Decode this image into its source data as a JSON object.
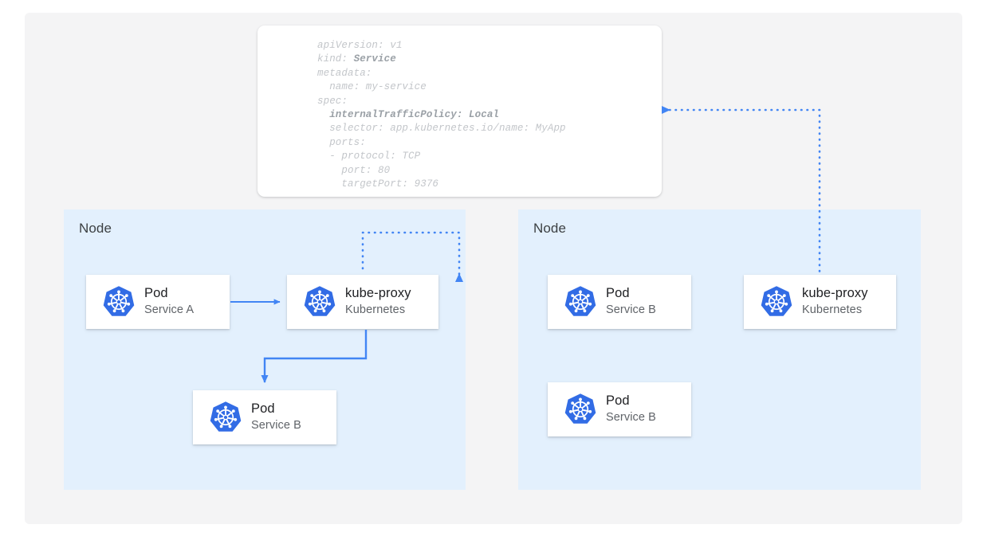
{
  "diagram": {
    "title_present": false,
    "colors": {
      "page_background": "#ffffff",
      "canvas_background": "#f4f4f5",
      "node_background": "#e3f0fd",
      "card_background": "#ffffff",
      "kubernetes_blue": "#326ce5",
      "connector_blue": "#4285f4",
      "text_primary": "#202124",
      "text_secondary": "#5f6368",
      "node_label": "#3c4043",
      "code_text": "#c3c6ca",
      "code_text_bold": "#9aa0a6"
    }
  },
  "yaml_spec": {
    "name": "service-manifest",
    "lines": [
      {
        "text": "apiVersion: v1",
        "bold_from": null
      },
      {
        "text": "kind: ",
        "bold": "Service"
      },
      {
        "text": "metadata:",
        "bold_from": null
      },
      {
        "text": "  name: my-service",
        "bold_from": null
      },
      {
        "text": "spec:",
        "bold_from": null
      },
      {
        "text": "  ",
        "bold": "internalTrafficPolicy: Local"
      },
      {
        "text": "  selector: app.kubernetes.io/name: MyApp",
        "bold_from": null
      },
      {
        "text": "  ports:",
        "bold_from": null
      },
      {
        "text": "  - protocol: TCP",
        "bold_from": null
      },
      {
        "text": "    port: 80",
        "bold_from": null
      },
      {
        "text": "    targetPort: 9376",
        "bold_from": null
      }
    ]
  },
  "nodes": [
    {
      "id": "node-left",
      "label": "Node",
      "cards": [
        {
          "id": "card-pod-a",
          "title": "Pod",
          "subtitle": "Service A",
          "icon": "kubernetes-logo-icon"
        },
        {
          "id": "card-kube-left",
          "title": "kube-proxy",
          "subtitle": "Kubernetes",
          "icon": "kubernetes-logo-icon"
        },
        {
          "id": "card-pod-b-left",
          "title": "Pod",
          "subtitle": "Service B",
          "icon": "kubernetes-logo-icon"
        }
      ]
    },
    {
      "id": "node-right",
      "label": "Node",
      "cards": [
        {
          "id": "card-pod-b1",
          "title": "Pod",
          "subtitle": "Service B",
          "icon": "kubernetes-logo-icon"
        },
        {
          "id": "card-kube-right",
          "title": "kube-proxy",
          "subtitle": "Kubernetes",
          "icon": "kubernetes-logo-icon"
        },
        {
          "id": "card-pod-b2",
          "title": "Pod",
          "subtitle": "Service B",
          "icon": "kubernetes-logo-icon"
        }
      ]
    }
  ],
  "connectors": [
    {
      "id": "arrow-pod-a-to-kube-proxy",
      "style": "solid",
      "from": "card-pod-a",
      "to": "card-kube-left",
      "direction": "right"
    },
    {
      "id": "arrow-kube-proxy-to-pod-b",
      "style": "solid",
      "from": "card-kube-left",
      "to": "card-pod-b-left",
      "direction": "down"
    },
    {
      "id": "arrow-kube-proxy-left-to-spec",
      "style": "dotted",
      "from": "card-kube-left",
      "to": "service-manifest",
      "direction": "up"
    },
    {
      "id": "arrow-kube-proxy-right-to-spec",
      "style": "dotted",
      "from": "card-kube-right",
      "to": "service-manifest",
      "direction": "left"
    }
  ]
}
